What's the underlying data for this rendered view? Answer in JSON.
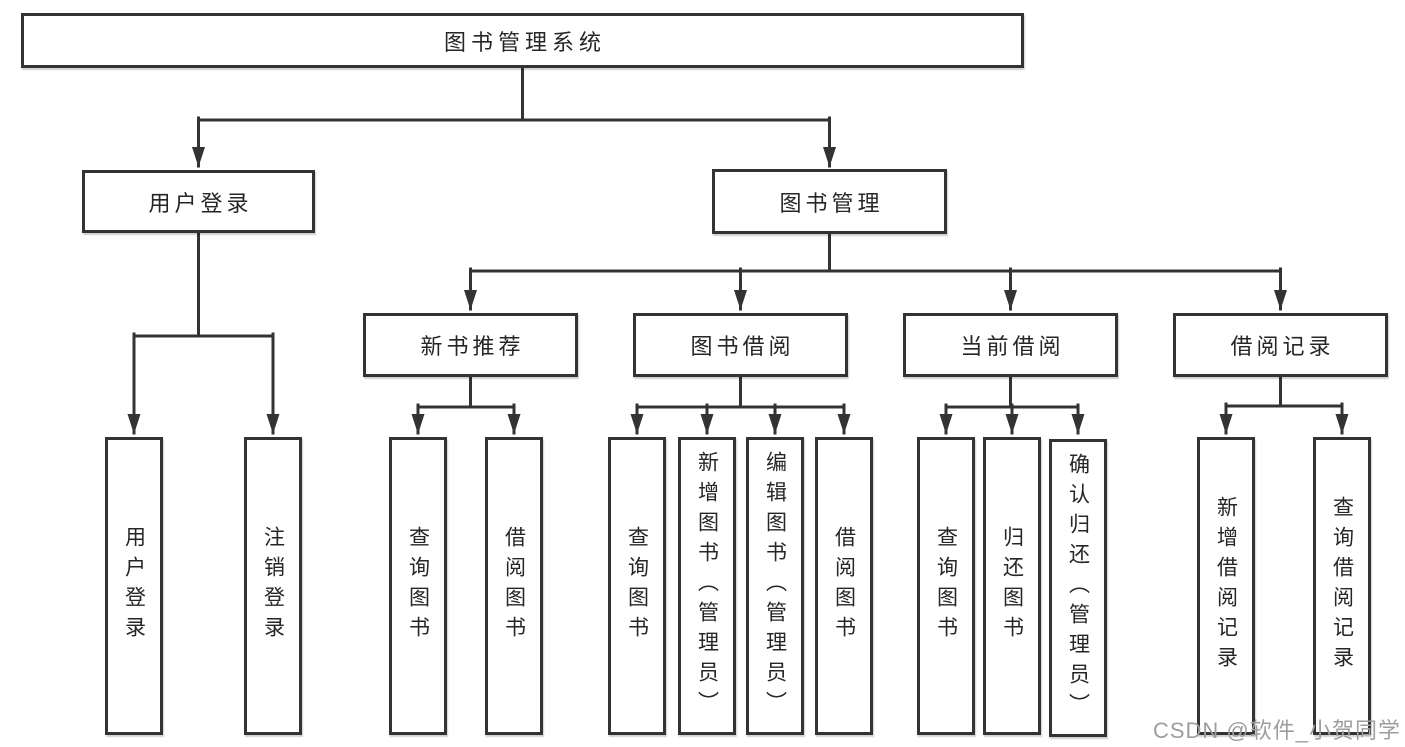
{
  "diagram": {
    "root": {
      "label": "图书管理系统"
    },
    "branches": [
      {
        "label": "用户登录",
        "children": [
          {
            "label": "用户登录"
          },
          {
            "label": "注销登录"
          }
        ]
      },
      {
        "label": "图书管理",
        "children": [
          {
            "label": "新书推荐",
            "children": [
              {
                "label": "查询图书"
              },
              {
                "label": "借阅图书"
              }
            ]
          },
          {
            "label": "图书借阅",
            "children": [
              {
                "label": "查询图书"
              },
              {
                "label": "新增图书（管理员）"
              },
              {
                "label": "编辑图书（管理员）"
              },
              {
                "label": "借阅图书"
              }
            ]
          },
          {
            "label": "当前借阅",
            "children": [
              {
                "label": "查询图书"
              },
              {
                "label": "归还图书"
              },
              {
                "label": "确认归还（管理员）"
              }
            ]
          },
          {
            "label": "借阅记录",
            "children": [
              {
                "label": "新增借阅记录"
              },
              {
                "label": "查询借阅记录"
              }
            ]
          }
        ]
      }
    ]
  },
  "watermark": {
    "text": "CSDN @软件_小贺同学"
  },
  "colors": {
    "line": "#333333",
    "border": "#333333",
    "fill": "#ffffff",
    "text": "#262626",
    "watermark": "#9e9e9e",
    "background": "#ffffff"
  }
}
